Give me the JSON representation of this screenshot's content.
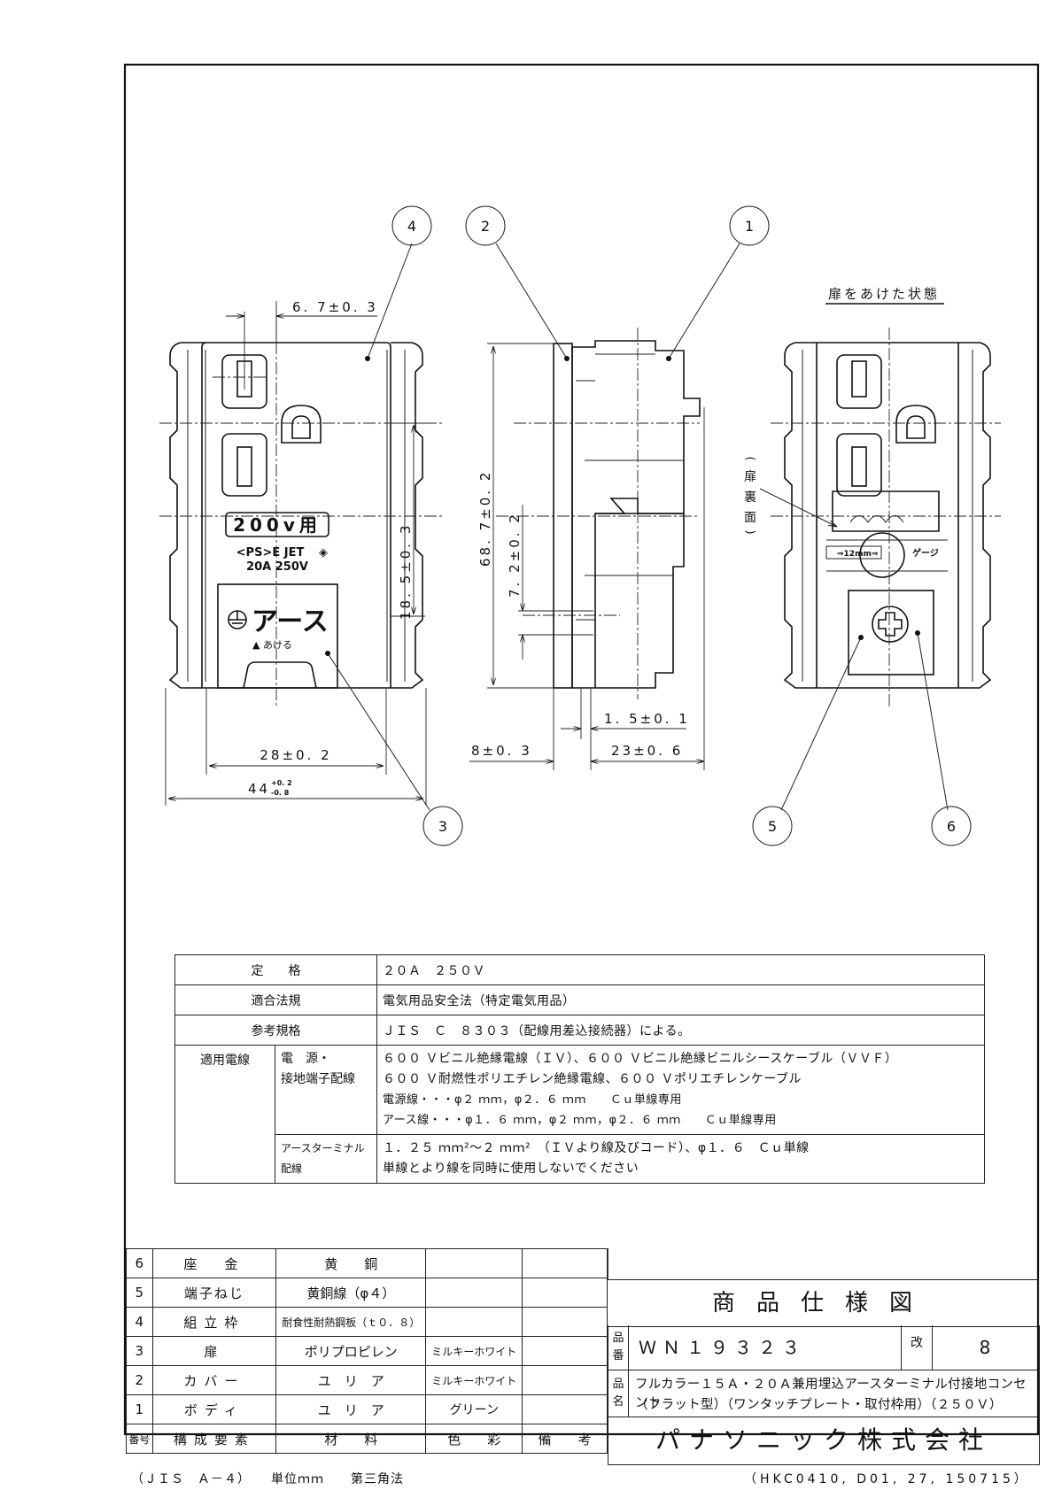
{
  "drawing": {
    "callouts": [
      "1",
      "2",
      "3",
      "4",
      "5",
      "6"
    ],
    "front_view": {
      "voltage_label": "200v用",
      "mark_line1": "<PS>E JET",
      "mark_line2": "20A 250V",
      "earth_label": "アース",
      "open_label": "▲ あける",
      "dims": {
        "top_offset": "6. 7±0. 3",
        "vertical": "18. 5±0. 3",
        "width_inner": "28±0. 2",
        "width_outer_base": "44",
        "width_outer_tol_plus": "+0. 2",
        "width_outer_tol_minus": "-0. 8"
      }
    },
    "side_view": {
      "dims": {
        "height": "68. 7±0. 2",
        "small_height": "7. 2±0. 2",
        "plate": "1. 5±0. 1",
        "front_depth": "8±0. 3",
        "back_depth": "23±0. 6"
      }
    },
    "open_view": {
      "heading": "扉をあけた状態",
      "door_back_label": [
        "(",
        "扉",
        "裏",
        "面",
        ")"
      ],
      "strip_gauge": "⇒12mm⇒",
      "gauge_label": "ゲージ"
    }
  },
  "spec_table": {
    "rows": [
      {
        "label": "定　　格",
        "value": "２０Ａ　２５０Ｖ"
      },
      {
        "label": "適合法規",
        "value": "電気用品安全法（特定電気用品）"
      },
      {
        "label": "参考規格",
        "value": "ＪＩＳ　Ｃ　８３０３（配線用差込接続器）による。"
      }
    ],
    "wire": {
      "label": "適用電線",
      "power": {
        "sub_label_1": "電　源・",
        "sub_label_2": "接地端子配線",
        "lines": [
          "６００ Ｖビニル絶縁電線（ＩＶ）、６００ Ｖビニル絶縁ビニルシースケーブル（ＶＶＦ）",
          "６００ Ｖ耐燃性ポリエチレン絶縁電線、６００ Ｖポリエチレンケーブル",
          "電源線・・・φ２ ｍｍ，φ２．６ ｍｍ　　Ｃｕ単線専用",
          "アース線・・・φ１．６ ｍｍ，φ２ ｍｍ，φ２．６ ｍｍ　　Ｃｕ単線専用"
        ]
      },
      "earth_terminal": {
        "sub_label_1": "アースターミナル",
        "sub_label_2": "配線",
        "lines": [
          "１．２５ ｍｍ²～２ ｍｍ²　（ＩＶより線及びコード）、φ１．６　Ｃｕ単線",
          "単線とより線を同時に使用しないでください"
        ]
      }
    }
  },
  "parts_table": {
    "rows": [
      {
        "no": "6",
        "name": "座　金",
        "material": "黄　　銅",
        "color": "",
        "remarks": ""
      },
      {
        "no": "5",
        "name": "端子ねじ",
        "material": "黄銅線（φ４）",
        "color": "",
        "remarks": ""
      },
      {
        "no": "4",
        "name": "組立枠",
        "material": "耐食性耐熱鋼板（ｔ０．８）",
        "color": "",
        "remarks": ""
      },
      {
        "no": "3",
        "name": "扉",
        "material": "ポリプロピレン",
        "color": "ミルキーホワイト",
        "remarks": ""
      },
      {
        "no": "2",
        "name": "カバー",
        "material": "ユ　リ　ア",
        "color": "ミルキーホワイト",
        "remarks": ""
      },
      {
        "no": "1",
        "name": "ボディ",
        "material": "ユ　リ　ア",
        "color": "グリーン",
        "remarks": ""
      }
    ],
    "headers": {
      "no": "番号",
      "name": "構成要素",
      "material": "材　　料",
      "color": "色　　彩",
      "remarks": "備　　考"
    }
  },
  "title_block": {
    "title": "商品仕様図",
    "part_no_label": [
      "品",
      "番"
    ],
    "part_no": "ＷＮ１９３２３",
    "revision_label": "改",
    "revision": "8",
    "product_name_label": [
      "品",
      "名"
    ],
    "product_name_line1": "フルカラー１５Ａ・２０Ａ兼用埋込アースターミナル付接地コンセント",
    "product_name_line2": "（フラット型）（ワンタッチプレート・取付枠用）（２５０Ｖ）",
    "company": "パナソニック株式会社"
  },
  "footer": {
    "left": "（ＪＩＳ　Ａ－４）　　単位ｍｍ　　第三角法",
    "right": "（HKC0410, D01, 27, 150715）"
  }
}
